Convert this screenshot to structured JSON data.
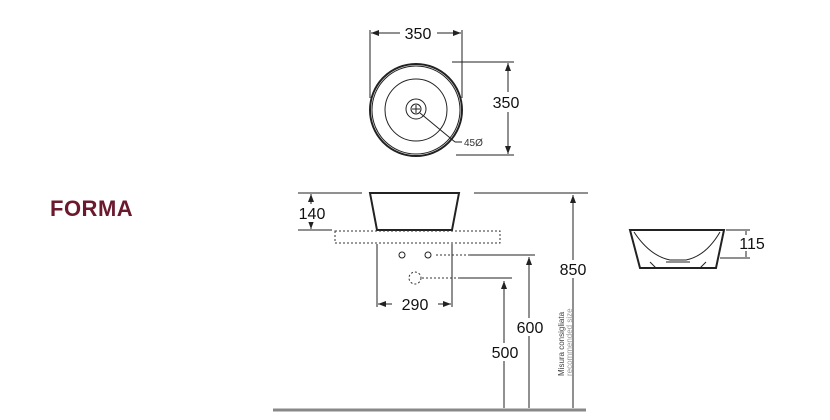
{
  "title": "FORMA",
  "colors": {
    "title": "#6b1a2e",
    "floor": "#888888"
  },
  "top_view": {
    "width": "350",
    "depth": "350",
    "drain": "45Ø"
  },
  "front_view": {
    "bowl_height": "140",
    "base_width": "290",
    "supply_height": "600",
    "trap_height": "500",
    "total_height": "850",
    "recommended_it": "Misura consigliata",
    "recommended_en": "recommended size"
  },
  "side_view": {
    "height": "115"
  }
}
